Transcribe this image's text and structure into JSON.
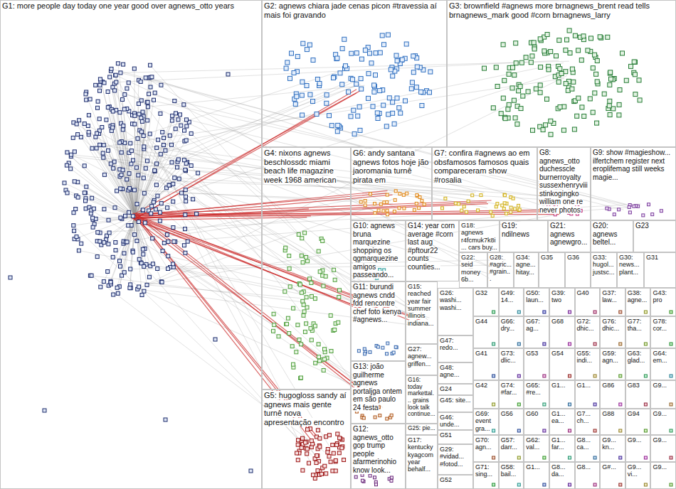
{
  "diagram": {
    "nodes": [
      {
        "text": [
          "G1: more people day today one year good over agnews_otto years"
        ]
      },
      {
        "text": [
          "G2: agnews chiara jade cenas picon #travessia aí mais foi gravando"
        ]
      },
      {
        "text": [
          "G3: brownfield #agnews more brnagnews_brent read tells brnagnews_mark good #corn brnagnews_larry"
        ]
      },
      {
        "text": [
          "G4: nixons agnews beschlossdc miami beach life magazine week 1968 american"
        ]
      },
      {
        "text": [
          "G6: andy santana agnews fotos hoje jão jaoromania turnê pirata em"
        ]
      },
      {
        "text": [
          "G7: confira #agnews ao em obsfamosos famosos quais compareceram show #rosalia"
        ]
      },
      {
        "text": [
          "G8: agnews_otto duchesscle burnerroyalty sussexhenryviii stinkogingko william one re never photos"
        ]
      },
      {
        "text": [
          "G9: show #magieshow... ilfertchem register next eroplifemag still weeks magie..."
        ]
      },
      {
        "text": [
          "G10: agnews bruna marquezine shopping os qgmarquezine amigos passeando..."
        ]
      },
      {
        "text": [
          "G14: year corn average #corn last aug #pftour22 counts counties..."
        ]
      },
      {
        "text": [
          "G18: agnews r4fcmuk7k8i... cars buy..."
        ]
      },
      {
        "text": [
          "G19: ndilnews"
        ]
      },
      {
        "text": [
          "G21: agnews agnewgro..."
        ]
      },
      {
        "text": [
          "G20: agnews beltel..."
        ]
      },
      {
        "text": [
          "G23"
        ]
      },
      {
        "text": [
          "G22: seid money 6b..."
        ]
      },
      {
        "text": [
          "G28: #agric... #grain..."
        ]
      },
      {
        "text": [
          "G34: agne... hitay..."
        ]
      },
      {
        "text": [
          "G35"
        ]
      },
      {
        "text": [
          "G36"
        ]
      },
      {
        "text": [
          "G33: hugol... justsc..."
        ]
      },
      {
        "text": [
          "G30: news... plant..."
        ]
      },
      {
        "text": [
          "G31"
        ]
      },
      {
        "text": [
          "G11: burundi agnews cndd fdd rencontre chef foto kenya #agnews..."
        ]
      },
      {
        "text": [
          "G15: reached year fair summer illinois indiana..."
        ]
      },
      {
        "text": [
          "G26: washi... washi..."
        ]
      },
      {
        "text": [
          "G32"
        ]
      },
      {
        "text": [
          "G49: 14..."
        ]
      },
      {
        "text": [
          "G50: laun..."
        ]
      },
      {
        "text": [
          "G39: two"
        ]
      },
      {
        "text": [
          "G40"
        ]
      },
      {
        "text": [
          "G37: law..."
        ]
      },
      {
        "text": [
          "G38: agne..."
        ]
      },
      {
        "text": [
          "G43: pro"
        ]
      },
      {
        "text": [
          "G44"
        ]
      },
      {
        "text": [
          "G66: dry..."
        ]
      },
      {
        "text": [
          "G67: ag..."
        ]
      },
      {
        "text": [
          "G68"
        ]
      },
      {
        "text": [
          "G72: dhic..."
        ]
      },
      {
        "text": [
          "G76: dhic..."
        ]
      },
      {
        "text": [
          "G77: tha..."
        ]
      },
      {
        "text": [
          "G78: cor..."
        ]
      },
      {
        "text": [
          "G47: redo..."
        ]
      },
      {
        "text": [
          "G41"
        ]
      },
      {
        "text": [
          "G73: dlic..."
        ]
      },
      {
        "text": [
          "G53"
        ]
      },
      {
        "text": [
          "G54"
        ]
      },
      {
        "text": [
          "G55: indi..."
        ]
      },
      {
        "text": [
          "G59: agn..."
        ]
      },
      {
        "text": [
          "G63: glad..."
        ]
      },
      {
        "text": [
          "G64: em..."
        ]
      },
      {
        "text": [
          "G13: joão guilherme agnews portaljga ontem em são paulo 24 festa"
        ]
      },
      {
        "text": [
          "G27: agnew... griffen..."
        ]
      },
      {
        "text": [
          "G48: agne..."
        ]
      },
      {
        "text": [
          "G16: today markettal... grains look talk continue..."
        ]
      },
      {
        "text": [
          "G42"
        ]
      },
      {
        "text": [
          "G74: #far..."
        ]
      },
      {
        "text": [
          "G65: #re..."
        ]
      },
      {
        "text": [
          "G1..."
        ]
      },
      {
        "text": [
          "G1..."
        ]
      },
      {
        "text": [
          "G86"
        ]
      },
      {
        "text": [
          "G83"
        ]
      },
      {
        "text": [
          "G9..."
        ]
      },
      {
        "text": [
          "G24"
        ]
      },
      {
        "text": [
          "G45: site..."
        ]
      },
      {
        "text": [
          "G69: event gra..."
        ]
      },
      {
        "text": [
          "G56"
        ]
      },
      {
        "text": [
          "G60"
        ]
      },
      {
        "text": [
          "G1... ea..."
        ]
      },
      {
        "text": [
          "G7... ch..."
        ]
      },
      {
        "text": [
          "G88"
        ]
      },
      {
        "text": [
          "G94"
        ]
      },
      {
        "text": [
          "G9..."
        ]
      },
      {
        "text": [
          "G46: unde..."
        ]
      },
      {
        "text": [
          "G12: agnews_otto gop trump people afarmerinohio know look..."
        ]
      },
      {
        "text": [
          "G25: pie..."
        ]
      },
      {
        "text": [
          "G51"
        ]
      },
      {
        "text": [
          "G70: agn..."
        ]
      },
      {
        "text": [
          "G57: darr..."
        ]
      },
      {
        "text": [
          "G62: val..."
        ]
      },
      {
        "text": [
          "G1... far..."
        ]
      },
      {
        "text": [
          "G8... ca..."
        ]
      },
      {
        "text": [
          "G9... kn..."
        ]
      },
      {
        "text": [
          "G9..."
        ]
      },
      {
        "text": [
          "G9..."
        ]
      },
      {
        "text": [
          "G17: kentucky kyagcom year behalf..."
        ]
      },
      {
        "text": [
          "G29: #vidad... #fotod..."
        ]
      },
      {
        "text": [
          "G71: sing..."
        ]
      },
      {
        "text": [
          "G58: bail..."
        ]
      },
      {
        "text": [
          "G1..."
        ]
      },
      {
        "text": [
          "G8... da..."
        ]
      },
      {
        "text": [
          "G8..."
        ]
      },
      {
        "text": [
          "G#..."
        ]
      },
      {
        "text": [
          "G9... vi..."
        ]
      },
      {
        "text": [
          "G9..."
        ]
      },
      {
        "text": [
          "G52"
        ]
      },
      {
        "text": [
          "G5: hugogloss sandy aí agnews mais gente turnê nova apresentação encontro"
        ]
      }
    ]
  }
}
